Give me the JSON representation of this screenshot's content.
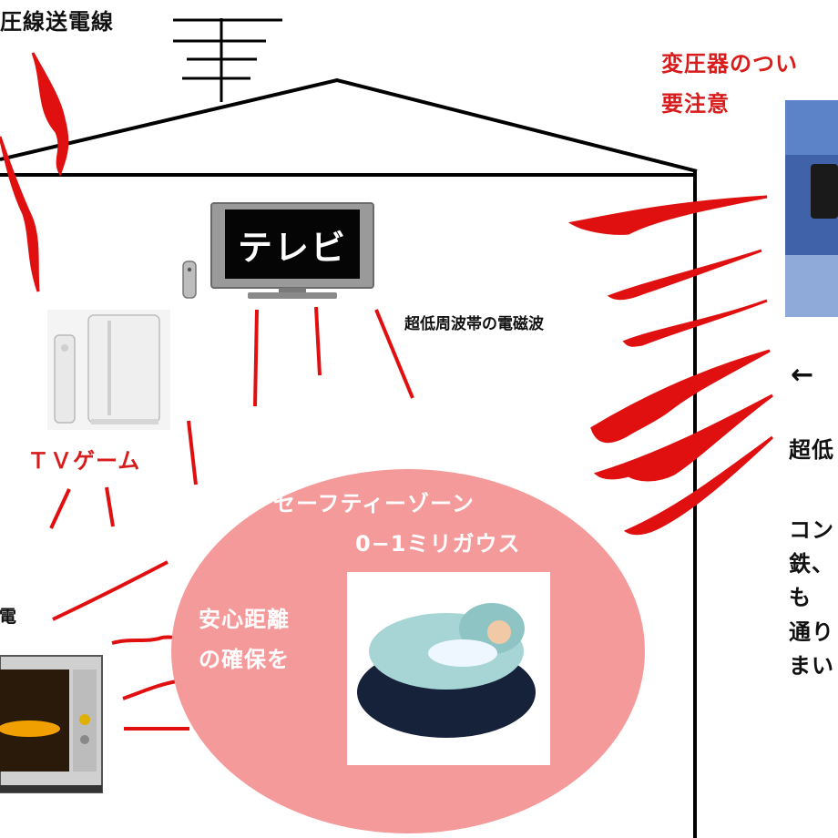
{
  "labels": {
    "power_line": "圧線送電線",
    "transformer_warning_line1": "変圧器のつい",
    "transformer_warning_line2": "要注意",
    "tv": "テレビ",
    "elf_waves": "超低周波帯の電磁波",
    "tv_game": "ＴＶゲーム",
    "appliances": "家電",
    "safe_zone_title": "セーフティーゾーン",
    "safe_zone_range": "0−1ミリガウス",
    "safe_distance_line1": "安心距離",
    "safe_distance_line2": "の確保を",
    "right_arrow": "←",
    "right_cut_label": "超低",
    "right_text": [
      "コン",
      "鉄、",
      "も",
      "通り",
      "まい"
    ]
  },
  "colors": {
    "wave_red": "#e01010",
    "safe_zone_pink": "#f59a9a",
    "label_red": "#d81b1b",
    "outline_black": "#000000"
  },
  "icons": {
    "antenna": "tv-antenna-icon",
    "tv": "flat-tv-icon",
    "remote": "tv-remote-icon",
    "console": "game-console-icon",
    "microwave": "microwave-oven-icon",
    "baby_seat": "baby-bean-bag-photo",
    "pole_photo": "utility-pole-transformer-photo"
  }
}
